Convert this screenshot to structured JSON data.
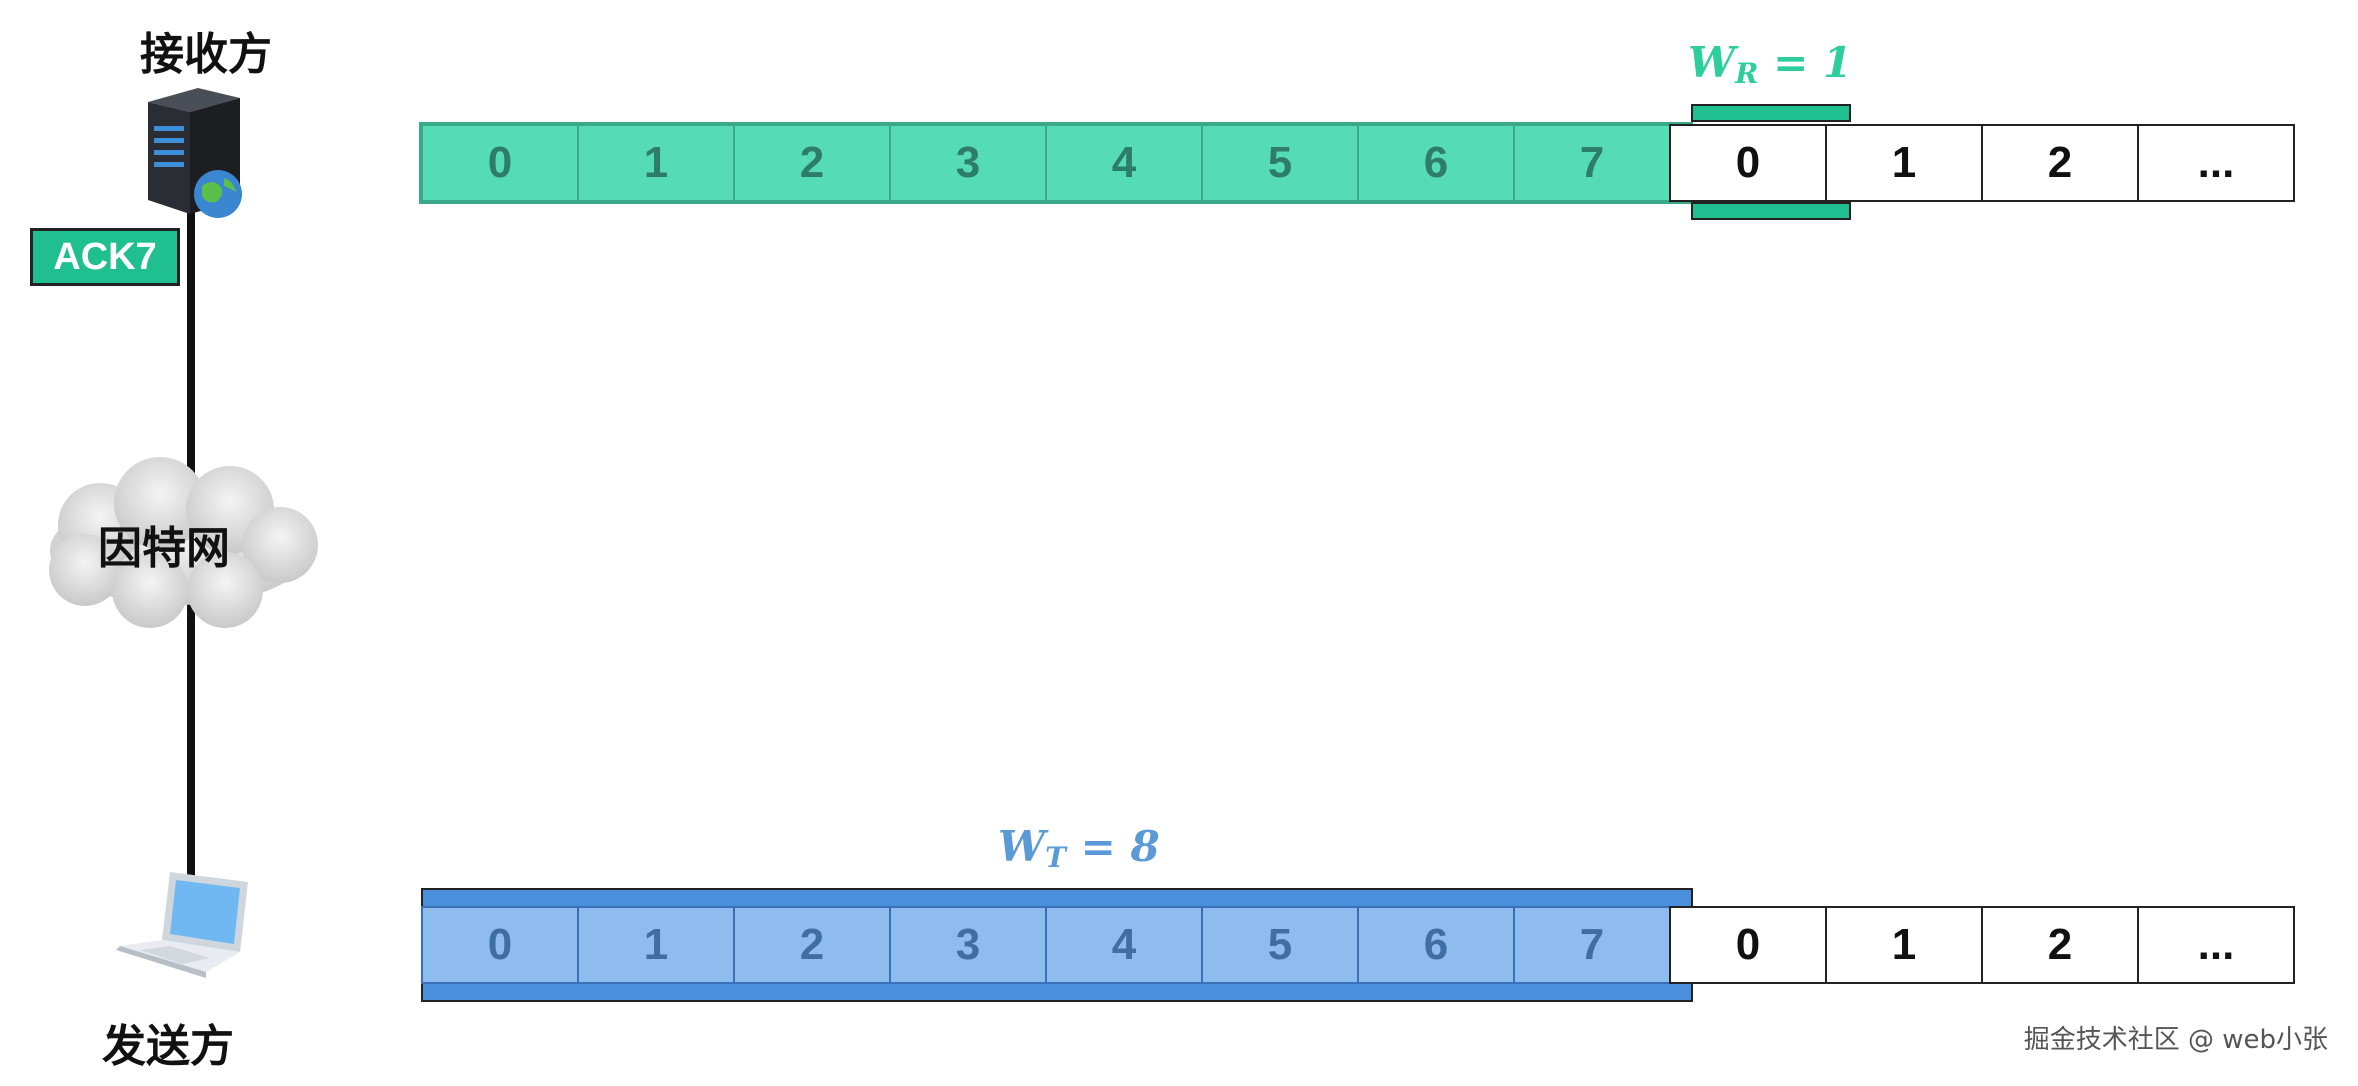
{
  "receiver": {
    "label": "接收方",
    "ack_label": "ACK7",
    "window_label": "W",
    "window_sub": "R",
    "window_value": "= 1",
    "cells_in_window_history": [
      "0",
      "1",
      "2",
      "3",
      "4",
      "5",
      "6",
      "7"
    ],
    "cells_after": [
      "0",
      "1",
      "2",
      "..."
    ]
  },
  "network": {
    "label": "因特网"
  },
  "sender": {
    "label": "发送方",
    "window_label": "W",
    "window_sub": "T",
    "window_value": "= 8",
    "cells_in_window": [
      "0",
      "1",
      "2",
      "3",
      "4",
      "5",
      "6",
      "7"
    ],
    "cells_after": [
      "0",
      "1",
      "2",
      "..."
    ]
  },
  "watermark": "掘金技术社区 @ web小张",
  "colors": {
    "receiver_green": "#55dcb5",
    "receiver_accent": "#1fbf8f",
    "sender_blue": "#8ebcee",
    "sender_accent": "#4a8fdc"
  }
}
